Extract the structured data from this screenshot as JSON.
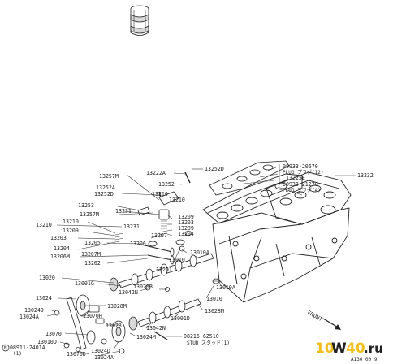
{
  "parts": {
    "p13222A": "13222A",
    "p13257M_a": "13257M",
    "p13252D": "13252D",
    "p13252": "13252",
    "p13252A": "13252A",
    "p13252D_b": "13252D",
    "p13253": "13253",
    "p13257M_b": "13257M",
    "p13210_a": "13210",
    "p13210_b": "13210",
    "p13210_c": "13210",
    "p13231_a": "13231",
    "p13231_b": "13231",
    "p13209_a": "13209",
    "p13209_b": "13209",
    "p13203_a": "13203",
    "p13203_b": "13203",
    "p13204_a": "13204",
    "p13204_b": "13204",
    "p13205": "13205",
    "p13206": "13206",
    "p13206M": "13206M",
    "p13207": "13207",
    "p13207M": "13207M",
    "p13202": "13202",
    "p13201": "13201",
    "p13010A_a": "13010A",
    "p13010A_b": "13010A",
    "p13010_a": "13010",
    "p13010_b": "13010",
    "p13020": "13020",
    "p13001G": "13001G",
    "p13042N_a": "13042N",
    "p13042N_b": "13042N",
    "p13070B": "13070B",
    "p13024": "13024",
    "p13028M": "13028M",
    "p13001D": "13001D",
    "p13028M_b": "13028M",
    "p13024D_a": "13024D",
    "p13024A_a": "13024A",
    "p13070H": "13070H",
    "p13028": "13028",
    "p13024M": "13024M",
    "p08216": "08216-62510",
    "p08216_note": "STUD スタッド(1)",
    "p13070": "13070",
    "p13010D": "13010D",
    "p08911": "08911-2401A",
    "p08911_qty": "(1)",
    "p13070D": "13070D",
    "p13024D_b": "13024D",
    "p13024A_b": "13024A",
    "p00933_1": "00933-20670",
    "p00933_1_note": "PLUG プラグ(12)",
    "p13225E": "13225E",
    "p13232": "13232",
    "p00933_2": "00933-21270",
    "p00933_2_note": "PLUG プラグ(4)"
  },
  "front_label": "FRONT",
  "bolt_marker": "N",
  "diagram_code": "A130 00 9",
  "watermark": {
    "text_a": "10",
    "text_b": "W",
    "text_c": "40",
    "text_d": ".ru"
  }
}
